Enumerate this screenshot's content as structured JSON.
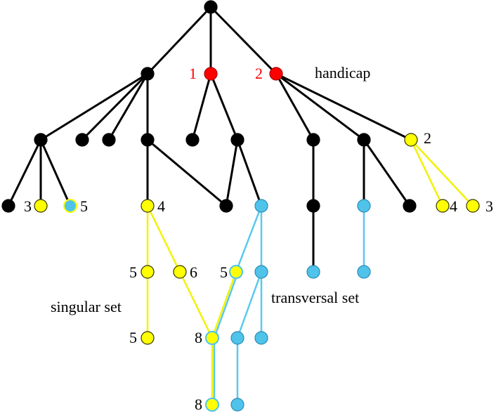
{
  "colors": {
    "black": "#000000",
    "red": "#ff0000",
    "yellow": "#ffff00",
    "cyan": "#4fc3ea",
    "yellow_line": "#f2f200",
    "cyan_line": "#5bc8ef"
  },
  "labels": {
    "handicap": "handicap",
    "singular_set": "singular set",
    "transversal_set": "transversal set",
    "red_1": "1",
    "red_2": "2",
    "n_3_left": "3",
    "n_5_left": "5",
    "n_4_mid": "4",
    "n_2_right": "2",
    "n_4_right": "4",
    "n_3_right": "3",
    "n_5_a": "5",
    "n_6": "6",
    "n_5_b": "5",
    "n_5_c": "5",
    "n_8_a": "8",
    "n_8_b": "8"
  },
  "nodes": [
    {
      "id": "root",
      "fill": "black"
    },
    {
      "id": "L",
      "fill": "black"
    },
    {
      "id": "R1",
      "fill": "red"
    },
    {
      "id": "R2",
      "fill": "red"
    },
    {
      "id": "A",
      "fill": "black"
    },
    {
      "id": "B",
      "fill": "black"
    },
    {
      "id": "C",
      "fill": "black"
    },
    {
      "id": "D",
      "fill": "black"
    },
    {
      "id": "E",
      "fill": "black"
    },
    {
      "id": "F",
      "fill": "black"
    },
    {
      "id": "G",
      "fill": "black"
    },
    {
      "id": "H",
      "fill": "black"
    },
    {
      "id": "I",
      "fill": "yellow"
    },
    {
      "id": "a1",
      "fill": "black"
    },
    {
      "id": "a2",
      "fill": "yellow"
    },
    {
      "id": "a3",
      "fill": "cyan",
      "stroke": "yellow"
    },
    {
      "id": "d1",
      "fill": "yellow"
    },
    {
      "id": "m1",
      "fill": "black"
    },
    {
      "id": "f1",
      "fill": "cyan"
    },
    {
      "id": "g1",
      "fill": "black"
    },
    {
      "id": "h1",
      "fill": "cyan"
    },
    {
      "id": "h2",
      "fill": "black"
    },
    {
      "id": "i1",
      "fill": "yellow"
    },
    {
      "id": "i2",
      "fill": "yellow"
    },
    {
      "id": "s1",
      "fill": "yellow"
    },
    {
      "id": "s2",
      "fill": "yellow"
    },
    {
      "id": "t1",
      "fill": "yellow",
      "stroke": "cyan"
    },
    {
      "id": "t2",
      "fill": "cyan"
    },
    {
      "id": "g2",
      "fill": "cyan"
    },
    {
      "id": "h3",
      "fill": "cyan"
    },
    {
      "id": "s3",
      "fill": "yellow"
    },
    {
      "id": "e8",
      "fill": "yellow",
      "stroke": "cyan"
    },
    {
      "id": "c1",
      "fill": "cyan"
    },
    {
      "id": "c2",
      "fill": "cyan"
    },
    {
      "id": "b8",
      "fill": "yellow",
      "stroke": "cyan"
    },
    {
      "id": "c3",
      "fill": "cyan"
    }
  ],
  "edges": [
    {
      "from": "root",
      "to": "L",
      "color": "black"
    },
    {
      "from": "root",
      "to": "R1",
      "color": "black"
    },
    {
      "from": "root",
      "to": "R2",
      "color": "black"
    },
    {
      "from": "L",
      "to": "A",
      "color": "black"
    },
    {
      "from": "L",
      "to": "B",
      "color": "black"
    },
    {
      "from": "L",
      "to": "C",
      "color": "black"
    },
    {
      "from": "L",
      "to": "D",
      "color": "black"
    },
    {
      "from": "R1",
      "to": "E",
      "color": "black"
    },
    {
      "from": "R1",
      "to": "F",
      "color": "black"
    },
    {
      "from": "R2",
      "to": "G",
      "color": "black"
    },
    {
      "from": "R2",
      "to": "H",
      "color": "black"
    },
    {
      "from": "R2",
      "to": "I",
      "color": "black"
    },
    {
      "from": "A",
      "to": "a1",
      "color": "black"
    },
    {
      "from": "A",
      "to": "a2",
      "color": "black"
    },
    {
      "from": "A",
      "to": "a3",
      "color": "black"
    },
    {
      "from": "D",
      "to": "d1",
      "color": "black"
    },
    {
      "from": "D",
      "to": "m1",
      "color": "black"
    },
    {
      "from": "F",
      "to": "m1",
      "color": "black"
    },
    {
      "from": "F",
      "to": "f1",
      "color": "black"
    },
    {
      "from": "G",
      "to": "g1",
      "color": "black"
    },
    {
      "from": "H",
      "to": "h1",
      "color": "black"
    },
    {
      "from": "H",
      "to": "h2",
      "color": "black"
    },
    {
      "from": "I",
      "to": "i1",
      "color": "yellow_line"
    },
    {
      "from": "I",
      "to": "i2",
      "color": "yellow_line"
    },
    {
      "from": "d1",
      "to": "s1",
      "color": "yellow_line"
    },
    {
      "from": "d1",
      "to": "s2",
      "color": "yellow_line"
    },
    {
      "from": "f1",
      "to": "t1",
      "color": "cyan_line"
    },
    {
      "from": "f1",
      "to": "t2",
      "color": "cyan_line"
    },
    {
      "from": "g1",
      "to": "g2",
      "color": "black"
    },
    {
      "from": "h1",
      "to": "h3",
      "color": "cyan_line"
    },
    {
      "from": "s1",
      "to": "s3",
      "color": "yellow_line"
    },
    {
      "from": "s2",
      "to": "e8",
      "color": "yellow_line"
    },
    {
      "from": "t1",
      "to": "e8",
      "color": "yellow_line"
    },
    {
      "from": "t1",
      "to": "e8",
      "color": "cyan_line",
      "offset": 3
    },
    {
      "from": "t2",
      "to": "c1",
      "color": "cyan_line"
    },
    {
      "from": "t2",
      "to": "c2",
      "color": "cyan_line"
    },
    {
      "from": "e8",
      "to": "b8",
      "color": "yellow_line"
    },
    {
      "from": "e8",
      "to": "b8",
      "color": "cyan_line",
      "offset": 3
    },
    {
      "from": "c1",
      "to": "c3",
      "color": "cyan_line"
    }
  ]
}
